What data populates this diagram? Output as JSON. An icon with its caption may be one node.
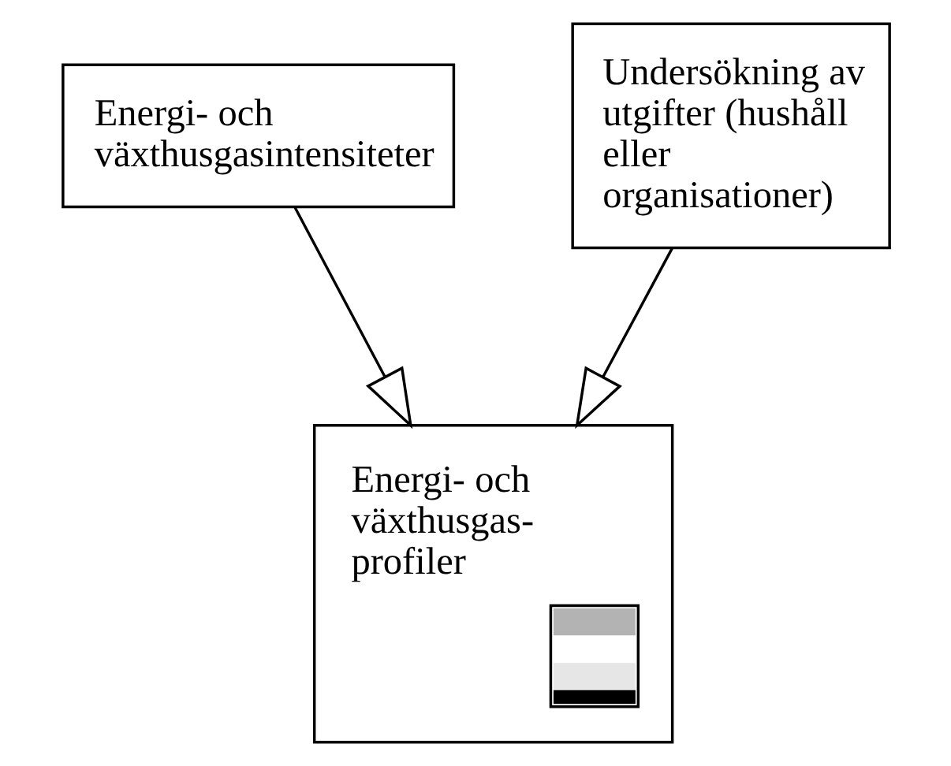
{
  "diagram": {
    "nodes": [
      {
        "text": [
          "Energi- och växthusgasintensiteter"
        ]
      },
      {
        "text": [
          "Undersökning av utgifter (hushåll eller organisationer)"
        ]
      },
      {
        "text": [
          "Energi- och växthusgas- profiler"
        ]
      }
    ],
    "edges": [
      {
        "from": 0,
        "to": 2,
        "arrow": "to"
      },
      {
        "from": 1,
        "to": 2,
        "arrow": "to"
      }
    ]
  }
}
